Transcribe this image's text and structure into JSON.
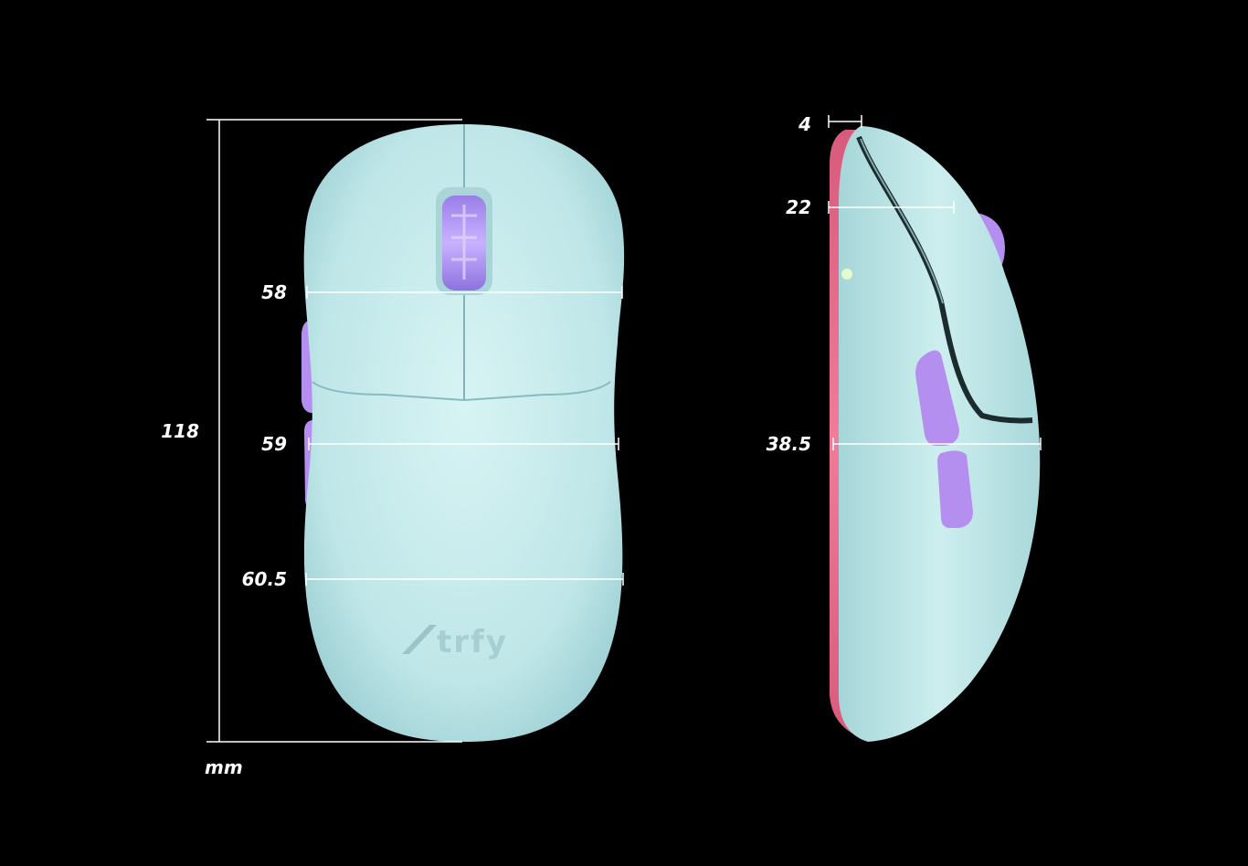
{
  "dimensions": {
    "unit": "mm",
    "length": "118",
    "width_front": "58",
    "width_middle": "59",
    "width_rear": "60.5",
    "front_height": "4",
    "upper_height": "22",
    "max_height": "38.5"
  },
  "brand": {
    "logo_text": "Xtrfy"
  },
  "colors": {
    "background": "#000000",
    "shell": "#c6ebec",
    "shell_shadow": "#9fcfd2",
    "accent_purple": "#b58ff0",
    "base_pink": "#e0607f",
    "lines": "#ffffff"
  }
}
